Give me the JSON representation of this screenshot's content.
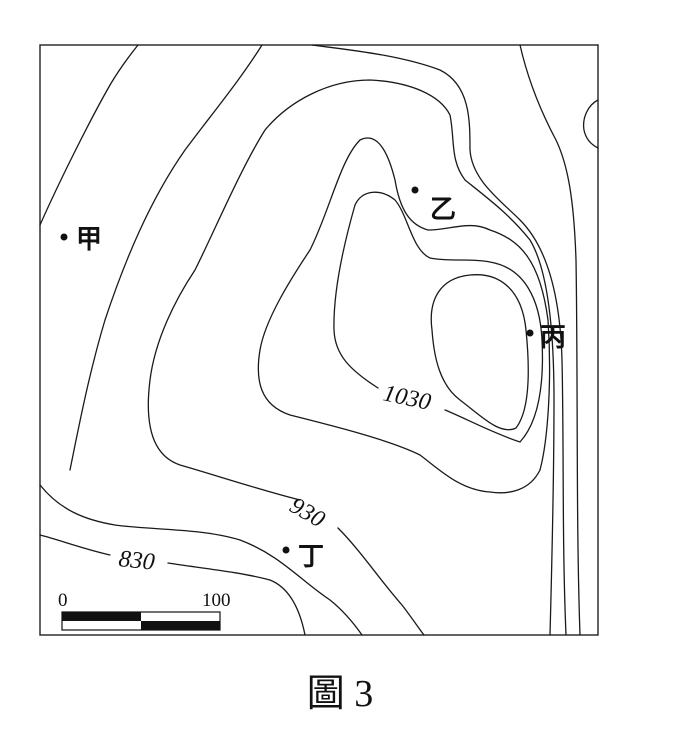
{
  "contour_labels": {
    "c1": "1030",
    "c2": "930",
    "c3": "830"
  },
  "points": {
    "p1": "甲",
    "p2": "乙",
    "p3": "丙",
    "p4": "丁"
  },
  "scale": {
    "start": "0",
    "end": "100"
  },
  "caption": "圖 3"
}
